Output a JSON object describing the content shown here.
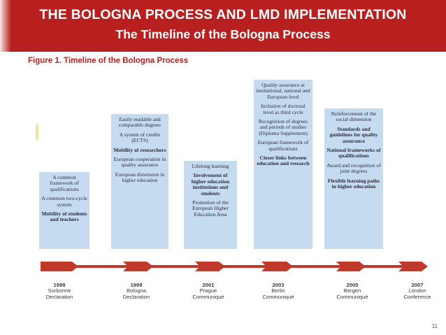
{
  "header": {
    "title_line1": "THE BOLOGNA PROCESS AND LMD IMPLEMENTATION",
    "title_line2": "The Timeline of the Bologna Process"
  },
  "figure": {
    "caption": "Figure 1. Timeline of the Bologna Process"
  },
  "colors": {
    "header_bg": "#b81f1f",
    "box_fill": "#c5dcf0",
    "arrow_fill": "#c0392b"
  },
  "timeline": [
    {
      "year": "1998",
      "line1": "Sorbonne",
      "line2": "Declaration",
      "items": [
        {
          "text": "A common framework of qualifications",
          "bold": false
        },
        {
          "text": "A common two-cycle system",
          "bold": false
        },
        {
          "text": "Mobility of students and teachers",
          "bold": true
        }
      ]
    },
    {
      "year": "1999",
      "line1": "Bologna",
      "line2": "Declaration",
      "items": [
        {
          "text": "Easily readable and comparable degrees",
          "bold": false
        },
        {
          "text": "A system of credits (ECTS)",
          "bold": false
        },
        {
          "text": "Mobility of researchers",
          "bold": true
        },
        {
          "text": "European cooperation in quality assurance",
          "bold": false
        },
        {
          "text": "European dimension in higher education",
          "bold": false
        }
      ]
    },
    {
      "year": "2001",
      "line1": "Prague",
      "line2": "Communiqué",
      "items": [
        {
          "text": "Lifelong learning",
          "bold": false
        },
        {
          "text": "Involvement of higher education institutions and students",
          "bold": true
        },
        {
          "text": "Promotion of the European Higher Education Area",
          "bold": false
        }
      ]
    },
    {
      "year": "2003",
      "line1": "Berlin",
      "line2": "Communiqué",
      "items": [
        {
          "text": "Quality assurance at institutional, national and European level",
          "bold": false
        },
        {
          "text": "Inclusion of doctoral level as third cycle",
          "bold": false
        },
        {
          "text": "Recognition of degrees and periods of studies (Diploma Supplement)",
          "bold": false
        },
        {
          "text": "European framework of qualifications",
          "bold": false
        },
        {
          "text": "Closer links between education and research",
          "bold": true
        }
      ]
    },
    {
      "year": "2005",
      "line1": "Bergen",
      "line2": "Communiqué",
      "items": [
        {
          "text": "Reinforcement of the social dimension",
          "bold": false
        },
        {
          "text": "Standards and guidelines for quality assurance",
          "bold": true
        },
        {
          "text": "National frameworks of qualifications",
          "bold": true
        },
        {
          "text": "Award and recognition of joint degrees",
          "bold": false
        },
        {
          "text": "Flexible learning paths in higher education",
          "bold": true
        }
      ]
    },
    {
      "year": "2007",
      "line1": "London",
      "line2": "Conference",
      "items": []
    }
  ],
  "page_number": "11"
}
